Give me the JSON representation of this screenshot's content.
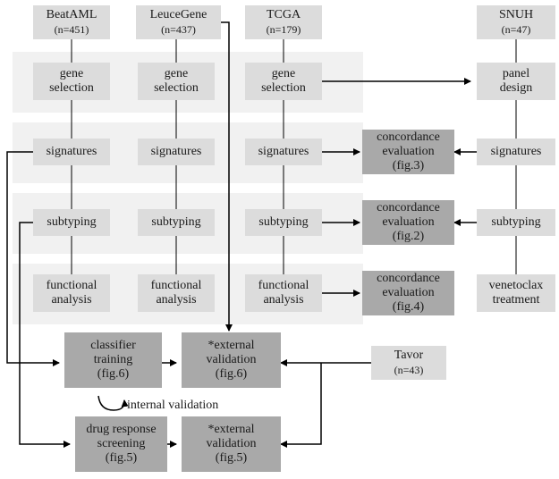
{
  "cohorts": {
    "beataml": {
      "name": "BeatAML",
      "n": "(n=451)"
    },
    "leucegene": {
      "name": "LeuceGene",
      "n": "(n=437)"
    },
    "tcga": {
      "name": "TCGA",
      "n": "(n=179)"
    },
    "snuh": {
      "name": "SNUH",
      "n": "(n=47)"
    },
    "tavor": {
      "name": "Tavor",
      "n": "(n=43)"
    }
  },
  "steps": {
    "gene_selection": [
      "gene",
      "selection"
    ],
    "signatures": "signatures",
    "subtyping": "subtyping",
    "functional_analysis": [
      "functional",
      "analysis"
    ],
    "panel_design": [
      "panel",
      "design"
    ],
    "venetoclax_treatment": [
      "venetoclax",
      "treatment"
    ]
  },
  "concordance": {
    "fig3": [
      "concordance",
      "evaluation",
      "(fig.3)"
    ],
    "fig2": [
      "concordance",
      "evaluation",
      "(fig.2)"
    ],
    "fig4": [
      "concordance",
      "evaluation",
      "(fig.4)"
    ]
  },
  "classifier": [
    "classifier",
    "training",
    "(fig.6)"
  ],
  "external_validation_fig6": [
    "*external",
    "validation",
    "(fig.6)"
  ],
  "drug_response": [
    "drug response",
    "screening",
    "(fig.5)"
  ],
  "external_validation_fig5": [
    "*external",
    "validation",
    "(fig.5)"
  ],
  "internal_validation_label": "internal validation"
}
